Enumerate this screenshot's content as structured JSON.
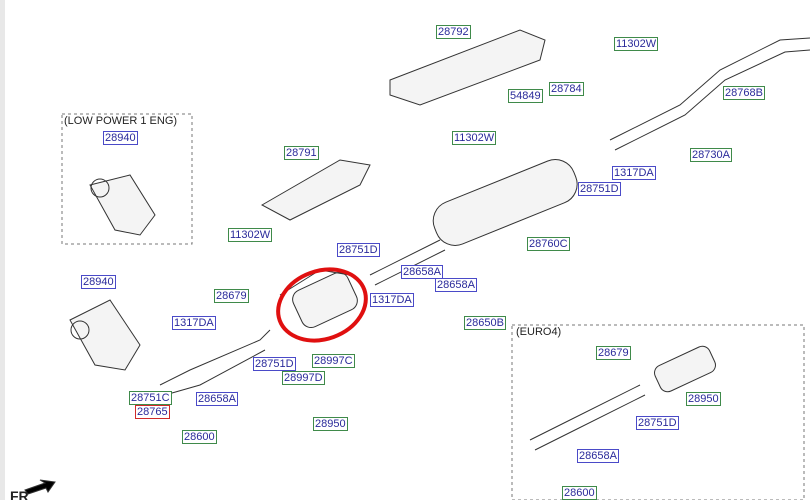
{
  "notes": {
    "low_power": "(LOW POWER 1 ENG)",
    "euro4": "(EURO4)",
    "front": "FR"
  },
  "labels": {
    "l28940a": "28940",
    "l28791": "28791",
    "l11302w_a": "11302W",
    "l28792": "28792",
    "l11302w_b": "11302W",
    "l54849": "54849",
    "l28784": "28784",
    "l11302w_c": "11302W",
    "l28768b": "28768B",
    "l28730a": "28730A",
    "l1317da_a": "1317DA",
    "l28751d_a": "28751D",
    "l28751d_b": "28751D",
    "l28658a_a": "28658A",
    "l28658a_b": "28658A",
    "l1317da_b": "1317DA",
    "l28760c": "28760C",
    "l28650b": "28650B",
    "l28940b": "28940",
    "l28679a": "28679",
    "l1317da_c": "1317DA",
    "l28751d_c": "28751D",
    "l28997c": "28997C",
    "l28997d": "28997D",
    "l28950a": "28950",
    "l28751c": "28751C",
    "l28765": "28765",
    "l28658a_c": "28658A",
    "l28600a": "28600",
    "l28679b": "28679",
    "l28950b": "28950",
    "l28751d_d": "28751D",
    "l28658a_d": "28658A",
    "l28600b": "28600"
  },
  "colors": {
    "highlight": "#e01010",
    "label_text": "#2a2a9a"
  }
}
